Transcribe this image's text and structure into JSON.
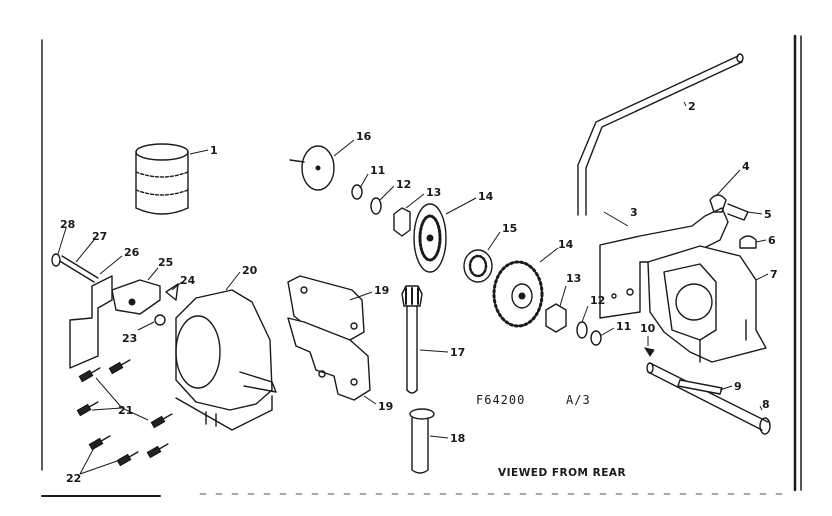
{
  "diagram": {
    "model_code": "F64200",
    "sheet": "A/3",
    "view_note": "VIEWED FROM REAR",
    "callouts": {
      "c1": "1",
      "c2": "2",
      "c3": "3",
      "c4": "4",
      "c5": "5",
      "c6": "6",
      "c7": "7",
      "c8": "8",
      "c9": "9",
      "c10": "10",
      "c11a": "11",
      "c11b": "11",
      "c12a": "12",
      "c12b": "12",
      "c13a": "13",
      "c13b": "13",
      "c14a": "14",
      "c14b": "14",
      "c15": "15",
      "c16": "16",
      "c17": "17",
      "c18": "18",
      "c19a": "19",
      "c19b": "19",
      "c20": "20",
      "c21": "21",
      "c22": "22",
      "c23": "23",
      "c24": "24",
      "c25": "25",
      "c26": "26",
      "c27": "27",
      "c28": "28"
    }
  }
}
